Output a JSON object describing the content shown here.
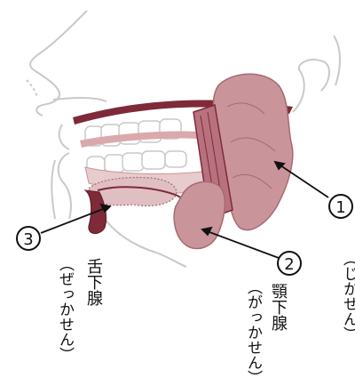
{
  "diagram": {
    "markers": [
      {
        "number": "1",
        "description": ""
      },
      {
        "number": "2",
        "description": ""
      },
      {
        "number": "3",
        "description": ""
      }
    ],
    "labels": {
      "sublingual": {
        "name": "舌下腺",
        "reading": "（ぜっかせん）"
      },
      "submandibular": {
        "name": "顎下腺",
        "reading": "（がっかせん）"
      },
      "parotid_partial": {
        "reading": "（じかせん）"
      }
    },
    "colors": {
      "outline": "#c9c9c9",
      "gland_fill": "#c9959b",
      "gland_stroke": "#a86872",
      "duct_dark": "#7e2a38",
      "muscle_fill": "#b8727f",
      "teeth_fill": "#ffffff",
      "tongue_fill": "#e7cbcd",
      "gum_fill": "#d9a9ae"
    }
  }
}
